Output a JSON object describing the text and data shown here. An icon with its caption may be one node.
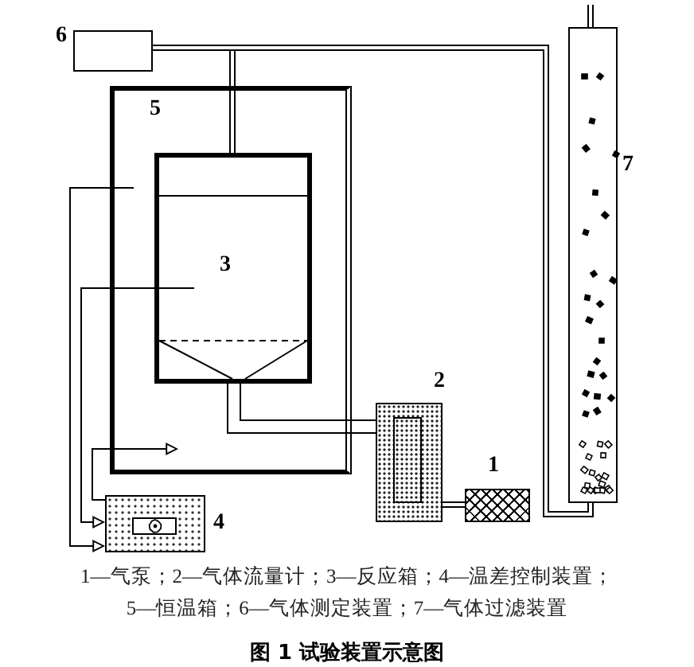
{
  "diagram": {
    "caption": "图 1 试验装置示意图",
    "nodes": [
      {
        "text": [
          "6"
        ]
      },
      {
        "text": [
          "5"
        ]
      },
      {
        "text": [
          "3"
        ],
        "in": 1
      },
      {
        "text": [
          "7"
        ]
      },
      {
        "text": [
          "2"
        ]
      },
      {
        "text": [
          "1"
        ]
      },
      {
        "text": [
          "4"
        ]
      }
    ],
    "edges": [
      {
        "from": 0,
        "to": 2,
        "arrow": "none"
      },
      {
        "from": 0,
        "to": 3,
        "arrow": "none"
      },
      {
        "from": 2,
        "to": 4,
        "arrow": "none",
        "style": "thick"
      },
      {
        "from": 4,
        "to": 5,
        "arrow": "none"
      },
      {
        "from": 2,
        "to": 6,
        "arrow": "to"
      },
      {
        "from": 1,
        "to": 6,
        "arrow": "to"
      },
      {
        "from": 6,
        "to": 1,
        "arrow": "to"
      },
      {
        "from": 3,
        "to": null,
        "arrow": "none"
      }
    ],
    "labels": [
      "1—气泵；2—气体流量计；3—反应箱；4—温差控制装置；",
      "5—恒温箱；6—气体测定装置；7—气体过滤装置"
    ]
  }
}
